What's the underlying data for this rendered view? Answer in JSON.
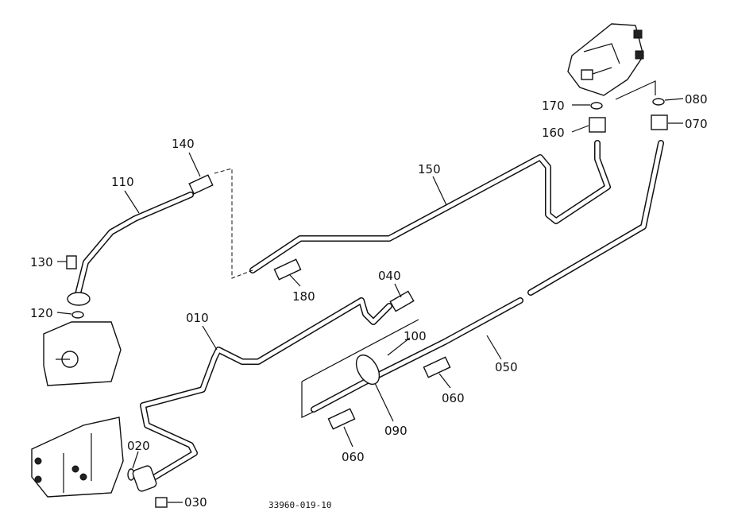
{
  "labels": {
    "p010": "010",
    "p020": "020",
    "p030": "030",
    "p040": "040",
    "p050": "050",
    "p060a": "060",
    "p060b": "060",
    "p070": "070",
    "p080": "080",
    "p090": "090",
    "p100": "100",
    "p110": "110",
    "p120": "120",
    "p130": "130",
    "p140": "140",
    "p150": "150",
    "p160": "160",
    "p170": "170",
    "p180": "180"
  },
  "caption": "33960-019-10"
}
